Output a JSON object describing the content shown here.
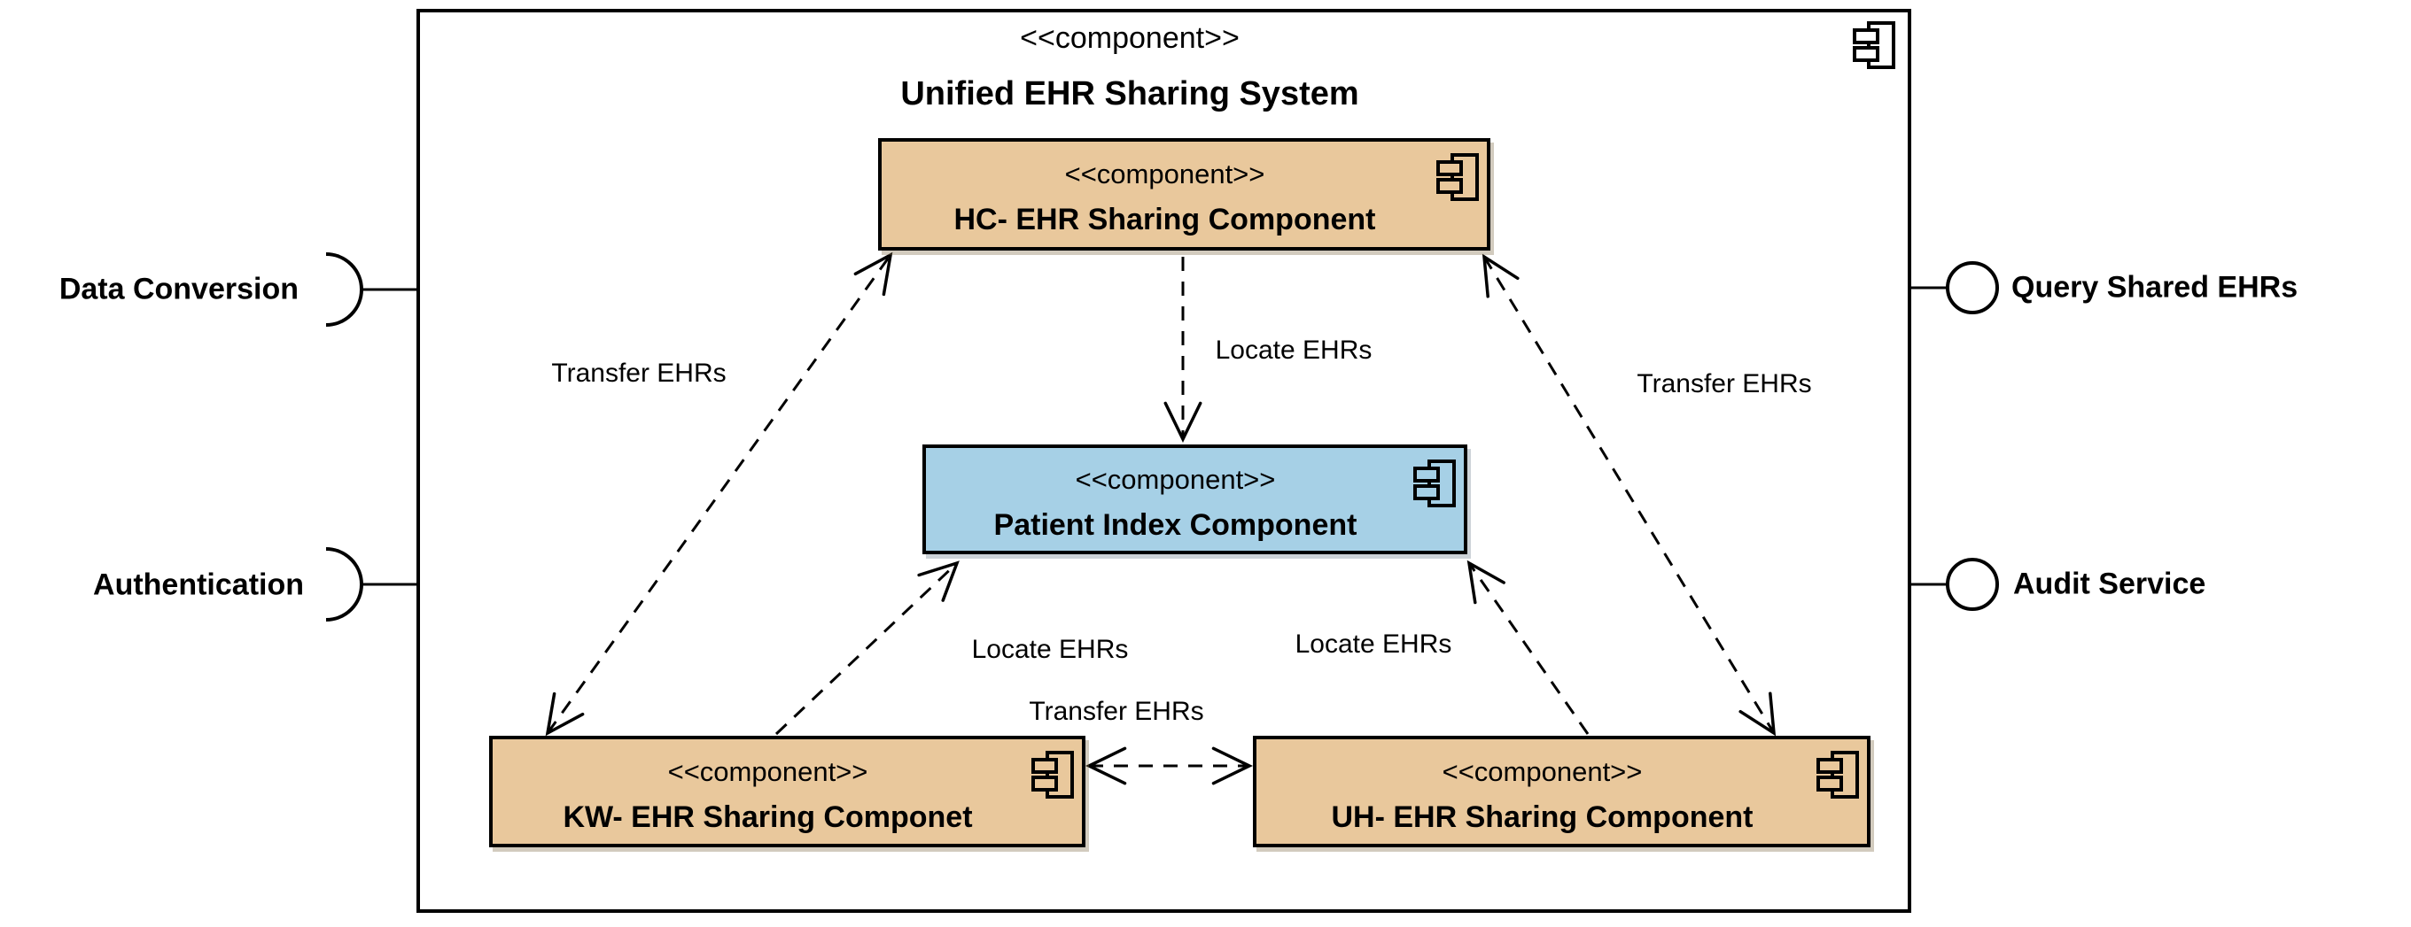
{
  "system": {
    "stereotype": "<<component>>",
    "name": "Unified EHR Sharing System"
  },
  "components": [
    {
      "stereotype": "<<component>>",
      "name": "HC- EHR Sharing Component"
    },
    {
      "stereotype": "<<component>>",
      "name": "Patient Index Component"
    },
    {
      "stereotype": "<<component>>",
      "name": "KW- EHR Sharing Componet"
    },
    {
      "stereotype": "<<component>>",
      "name": "UH- EHR Sharing Component"
    }
  ],
  "interfaces": {
    "required": [
      {
        "name": "Data Conversion",
        "notation": "socket"
      },
      {
        "name": "Authentication",
        "notation": "socket"
      }
    ],
    "provided": [
      {
        "name": "Query Shared EHRs",
        "notation": "ball"
      },
      {
        "name": "Audit Service",
        "notation": "ball"
      }
    ]
  },
  "edges": [
    {
      "from": "KW- EHR Sharing Componet",
      "to": "HC- EHR Sharing Component",
      "label": "Transfer EHRs",
      "style": "dashed",
      "arrows": "both"
    },
    {
      "from": "HC- EHR Sharing Component",
      "to": "Patient Index Component",
      "label": "Locate EHRs",
      "style": "dashed",
      "arrows": "to"
    },
    {
      "from": "UH- EHR Sharing Component",
      "to": "HC- EHR Sharing Component",
      "label": "Transfer EHRs",
      "style": "dashed",
      "arrows": "both"
    },
    {
      "from": "KW- EHR Sharing Componet",
      "to": "Patient Index Component",
      "label": "Locate EHRs",
      "style": "dashed",
      "arrows": "to"
    },
    {
      "from": "UH- EHR Sharing Component",
      "to": "Patient Index Component",
      "label": "Locate EHRs",
      "style": "dashed",
      "arrows": "to"
    },
    {
      "from": "KW- EHR Sharing Componet",
      "to": "UH- EHR Sharing Component",
      "label": "Transfer EHRs",
      "style": "dashed",
      "arrows": "both"
    }
  ],
  "colors": {
    "component_fill": "#e9c89c",
    "patient_index_fill": "#a6d0e6",
    "line": "#000000",
    "background": "#ffffff"
  }
}
